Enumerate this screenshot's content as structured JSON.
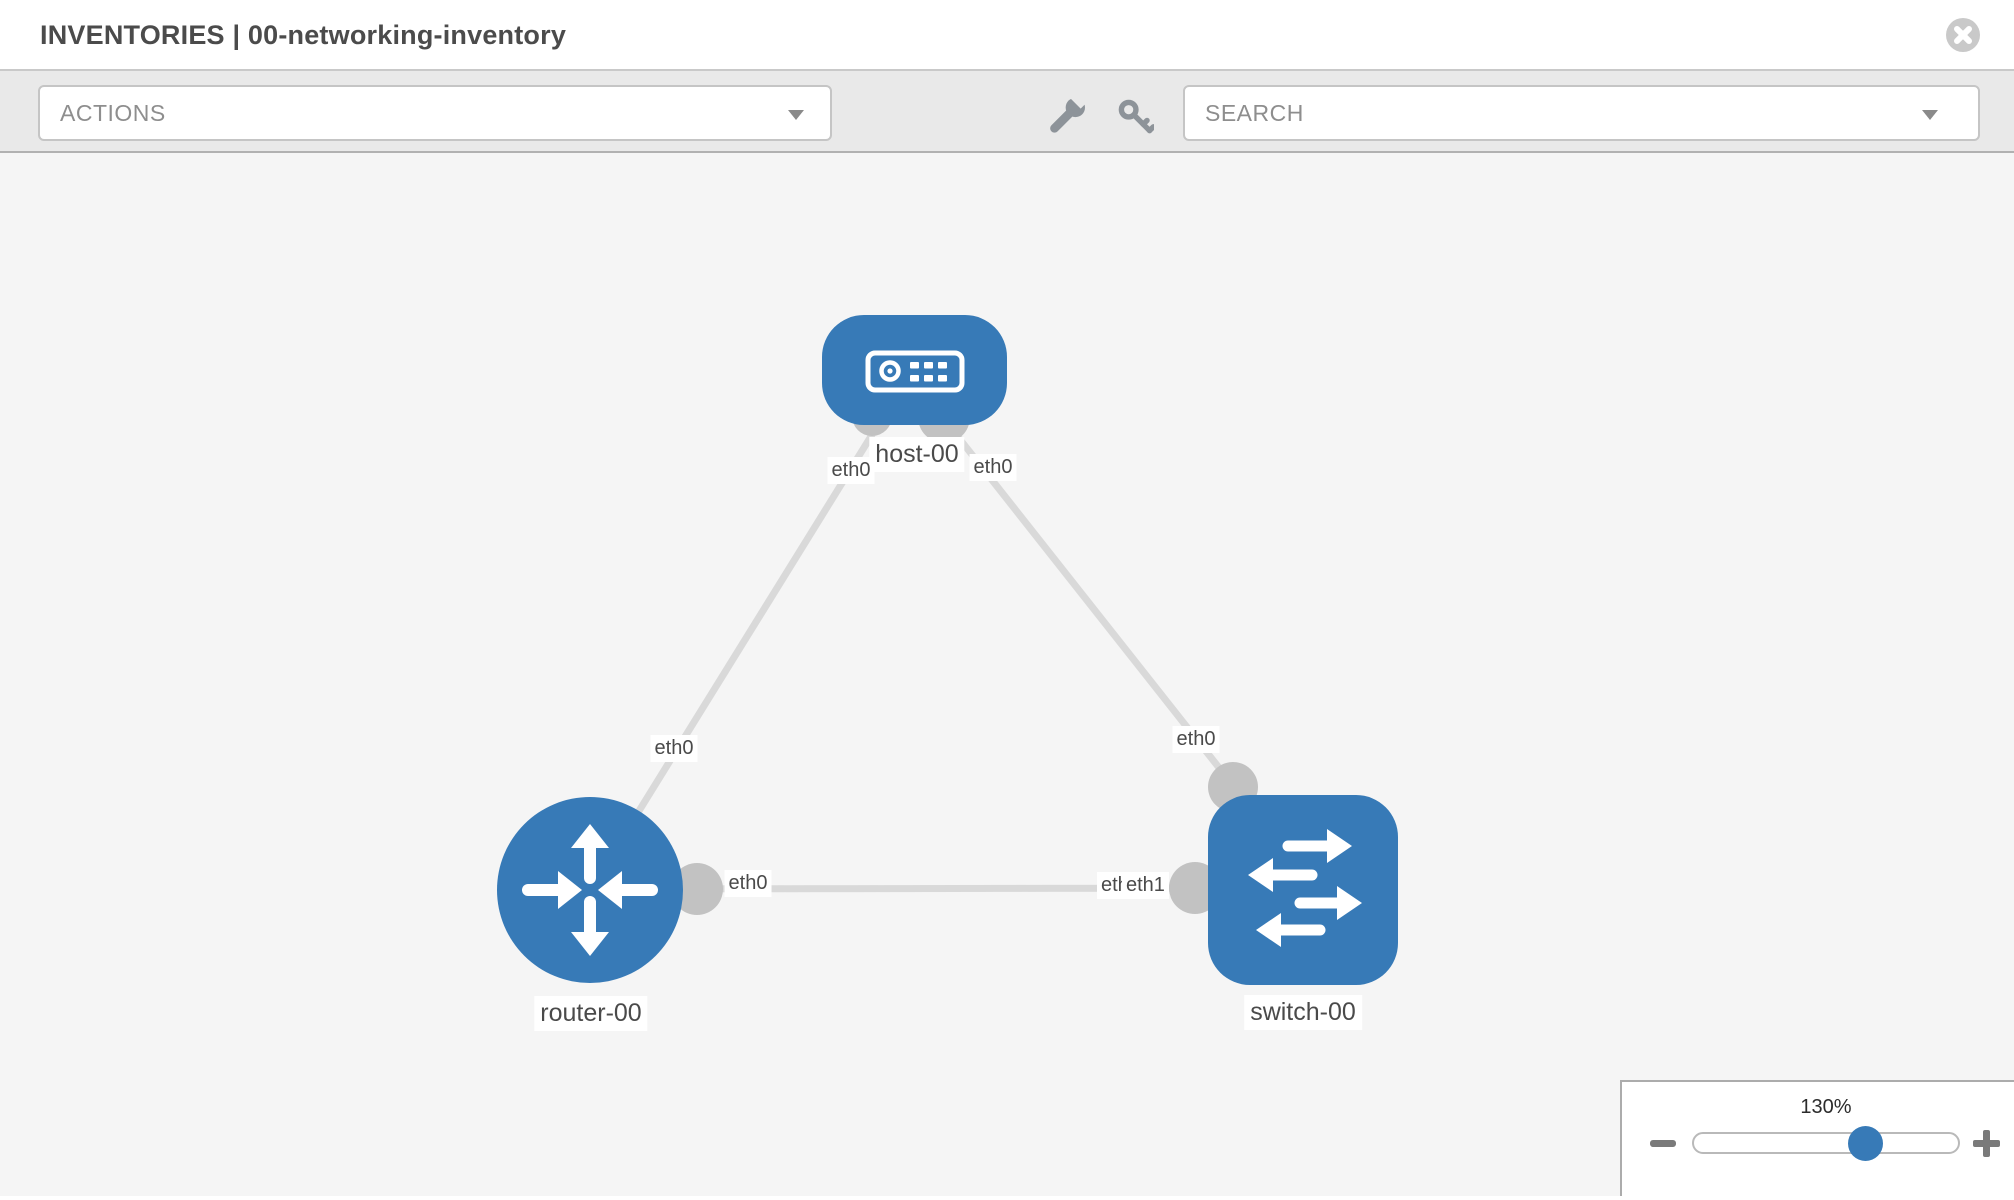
{
  "header": {
    "title": "INVENTORIES | 00-networking-inventory",
    "close_icon": "circle-x-icon"
  },
  "toolbar": {
    "actions_label": "ACTIONS",
    "search_placeholder": "SEARCH",
    "icons": [
      "wrench-icon",
      "key-icon"
    ],
    "caret_icon": "caret-down-icon"
  },
  "topology": {
    "nodes": [
      {
        "label": "host-00",
        "type": "host",
        "icon": "server-icon"
      },
      {
        "label": "router-00",
        "type": "router",
        "icon": "router-arrows-icon"
      },
      {
        "label": "switch-00",
        "type": "switch",
        "icon": "switch-arrows-icon"
      }
    ],
    "links": [
      {
        "source": "host-00",
        "target": "router-00",
        "source_interface": "eth0",
        "target_interface": "eth0"
      },
      {
        "source": "host-00",
        "target": "switch-00",
        "source_interface": "eth0",
        "target_interface": "eth0"
      },
      {
        "source": "router-00",
        "target": "switch-00",
        "source_interface": "eth0",
        "target_interface": "eth1",
        "overlapped_interface": "eth0"
      }
    ]
  },
  "zoom_control": {
    "value": "130%",
    "zoom_out_icon": "minus-icon",
    "zoom_in_icon": "plus-icon"
  },
  "colors": {
    "node_blue": "#377ab7",
    "edge_gray": "#d9d9d9",
    "endpoint_gray": "#c2c2c2",
    "canvas_bg": "#f5f5f5",
    "toolbar_bg": "#e9e9e9"
  }
}
